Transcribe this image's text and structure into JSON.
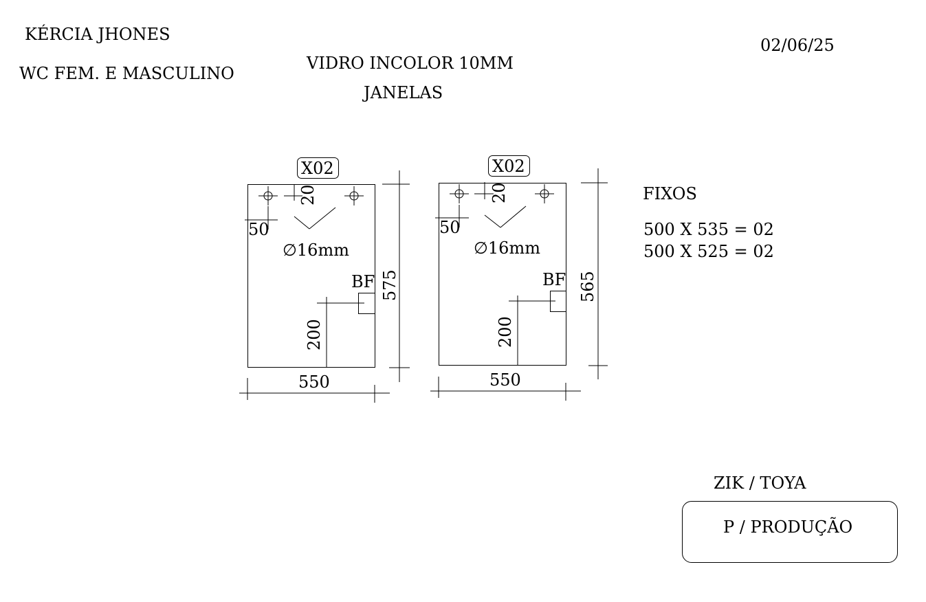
{
  "header": {
    "client": "KÉRCIA JHONES",
    "location": "WC FEM. E MASCULINO",
    "material": "VIDRO INCOLOR 10MM",
    "item": "JANELAS",
    "date": "02/06/25"
  },
  "panels": [
    {
      "tag": "X02",
      "hole_offset": "20",
      "edge_offset": "50",
      "hole_diameter": "∅16mm",
      "notch_label": "BF",
      "notch_height": "200",
      "height": "575",
      "width": "550"
    },
    {
      "tag": "X02",
      "hole_offset": "20",
      "edge_offset": "50",
      "hole_diameter": "∅16mm",
      "notch_label": "BF",
      "notch_height": "200",
      "height": "565",
      "width": "550"
    }
  ],
  "fixed": {
    "title": "FIXOS",
    "items": [
      "500 X 535 = 02",
      "500 X 525 = 02"
    ]
  },
  "footer": {
    "authors": "ZIK / TOYA",
    "status": "P / PRODUÇÃO"
  }
}
